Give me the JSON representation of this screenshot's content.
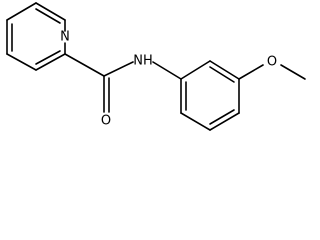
{
  "molecule": {
    "atoms": {
      "pyridine_n": "N",
      "amide_nh": "NH",
      "carbonyl_o": "O",
      "methoxy_o": "O"
    }
  }
}
